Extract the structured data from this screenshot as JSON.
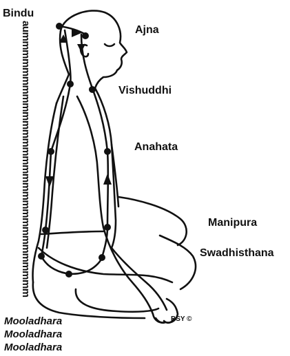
{
  "labels": {
    "bindu": "Bindu",
    "ajna": "Ajna",
    "vishuddhi": "Vishuddhi",
    "anahata": "Anahata",
    "manipura": "Manipura",
    "swadhisthana": "Swadhisthana",
    "mooladhara_1": "Mooladhara",
    "mooladhara_2": "Mooladhara",
    "mooladhara_3": "Mooladhara"
  },
  "mantra": "aummmmmmmmmmmmmmmmmmmmmmmmmmmmmm",
  "credit": "BSY ©",
  "colors": {
    "ink": "#111111",
    "background": "#ffffff"
  }
}
